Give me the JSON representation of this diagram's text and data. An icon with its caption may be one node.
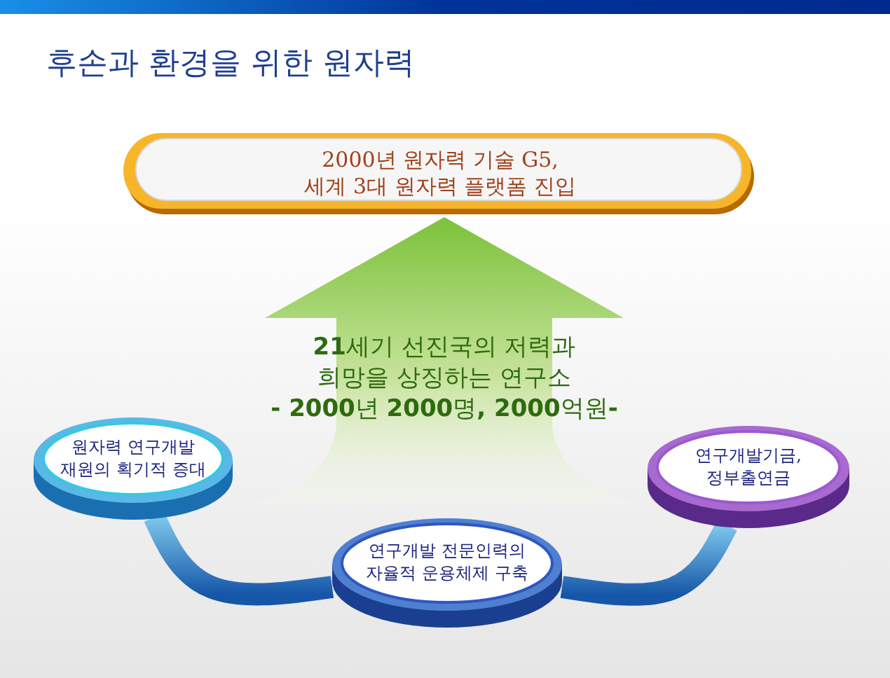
{
  "diagram": {
    "title": "후손과 환경을 위한 원자력",
    "nodes": [
      {
        "text": [
          "2000년 원자력 기술 G5, 세계 3대 원자력 플랫폼 진입"
        ]
      },
      {
        "text": [
          "**21**세기 선진국의 저력과 희망을 상징하는 연구소",
          "**- 2000**년 **2000**명**, 2000**억원**-**"
        ]
      },
      {
        "text": [
          "원자력 연구개발 재원의 획기적 증대"
        ]
      },
      {
        "text": [
          "연구개발 전문인력의 자율적 운용체제 구축"
        ]
      },
      {
        "text": [
          "연구개발기금, 정부출연금"
        ]
      }
    ],
    "edges": [
      {
        "from": 2,
        "to": 3,
        "arrow": "none",
        "style": "thick"
      },
      {
        "from": 3,
        "to": 4,
        "arrow": "none",
        "style": "thick"
      }
    ]
  }
}
